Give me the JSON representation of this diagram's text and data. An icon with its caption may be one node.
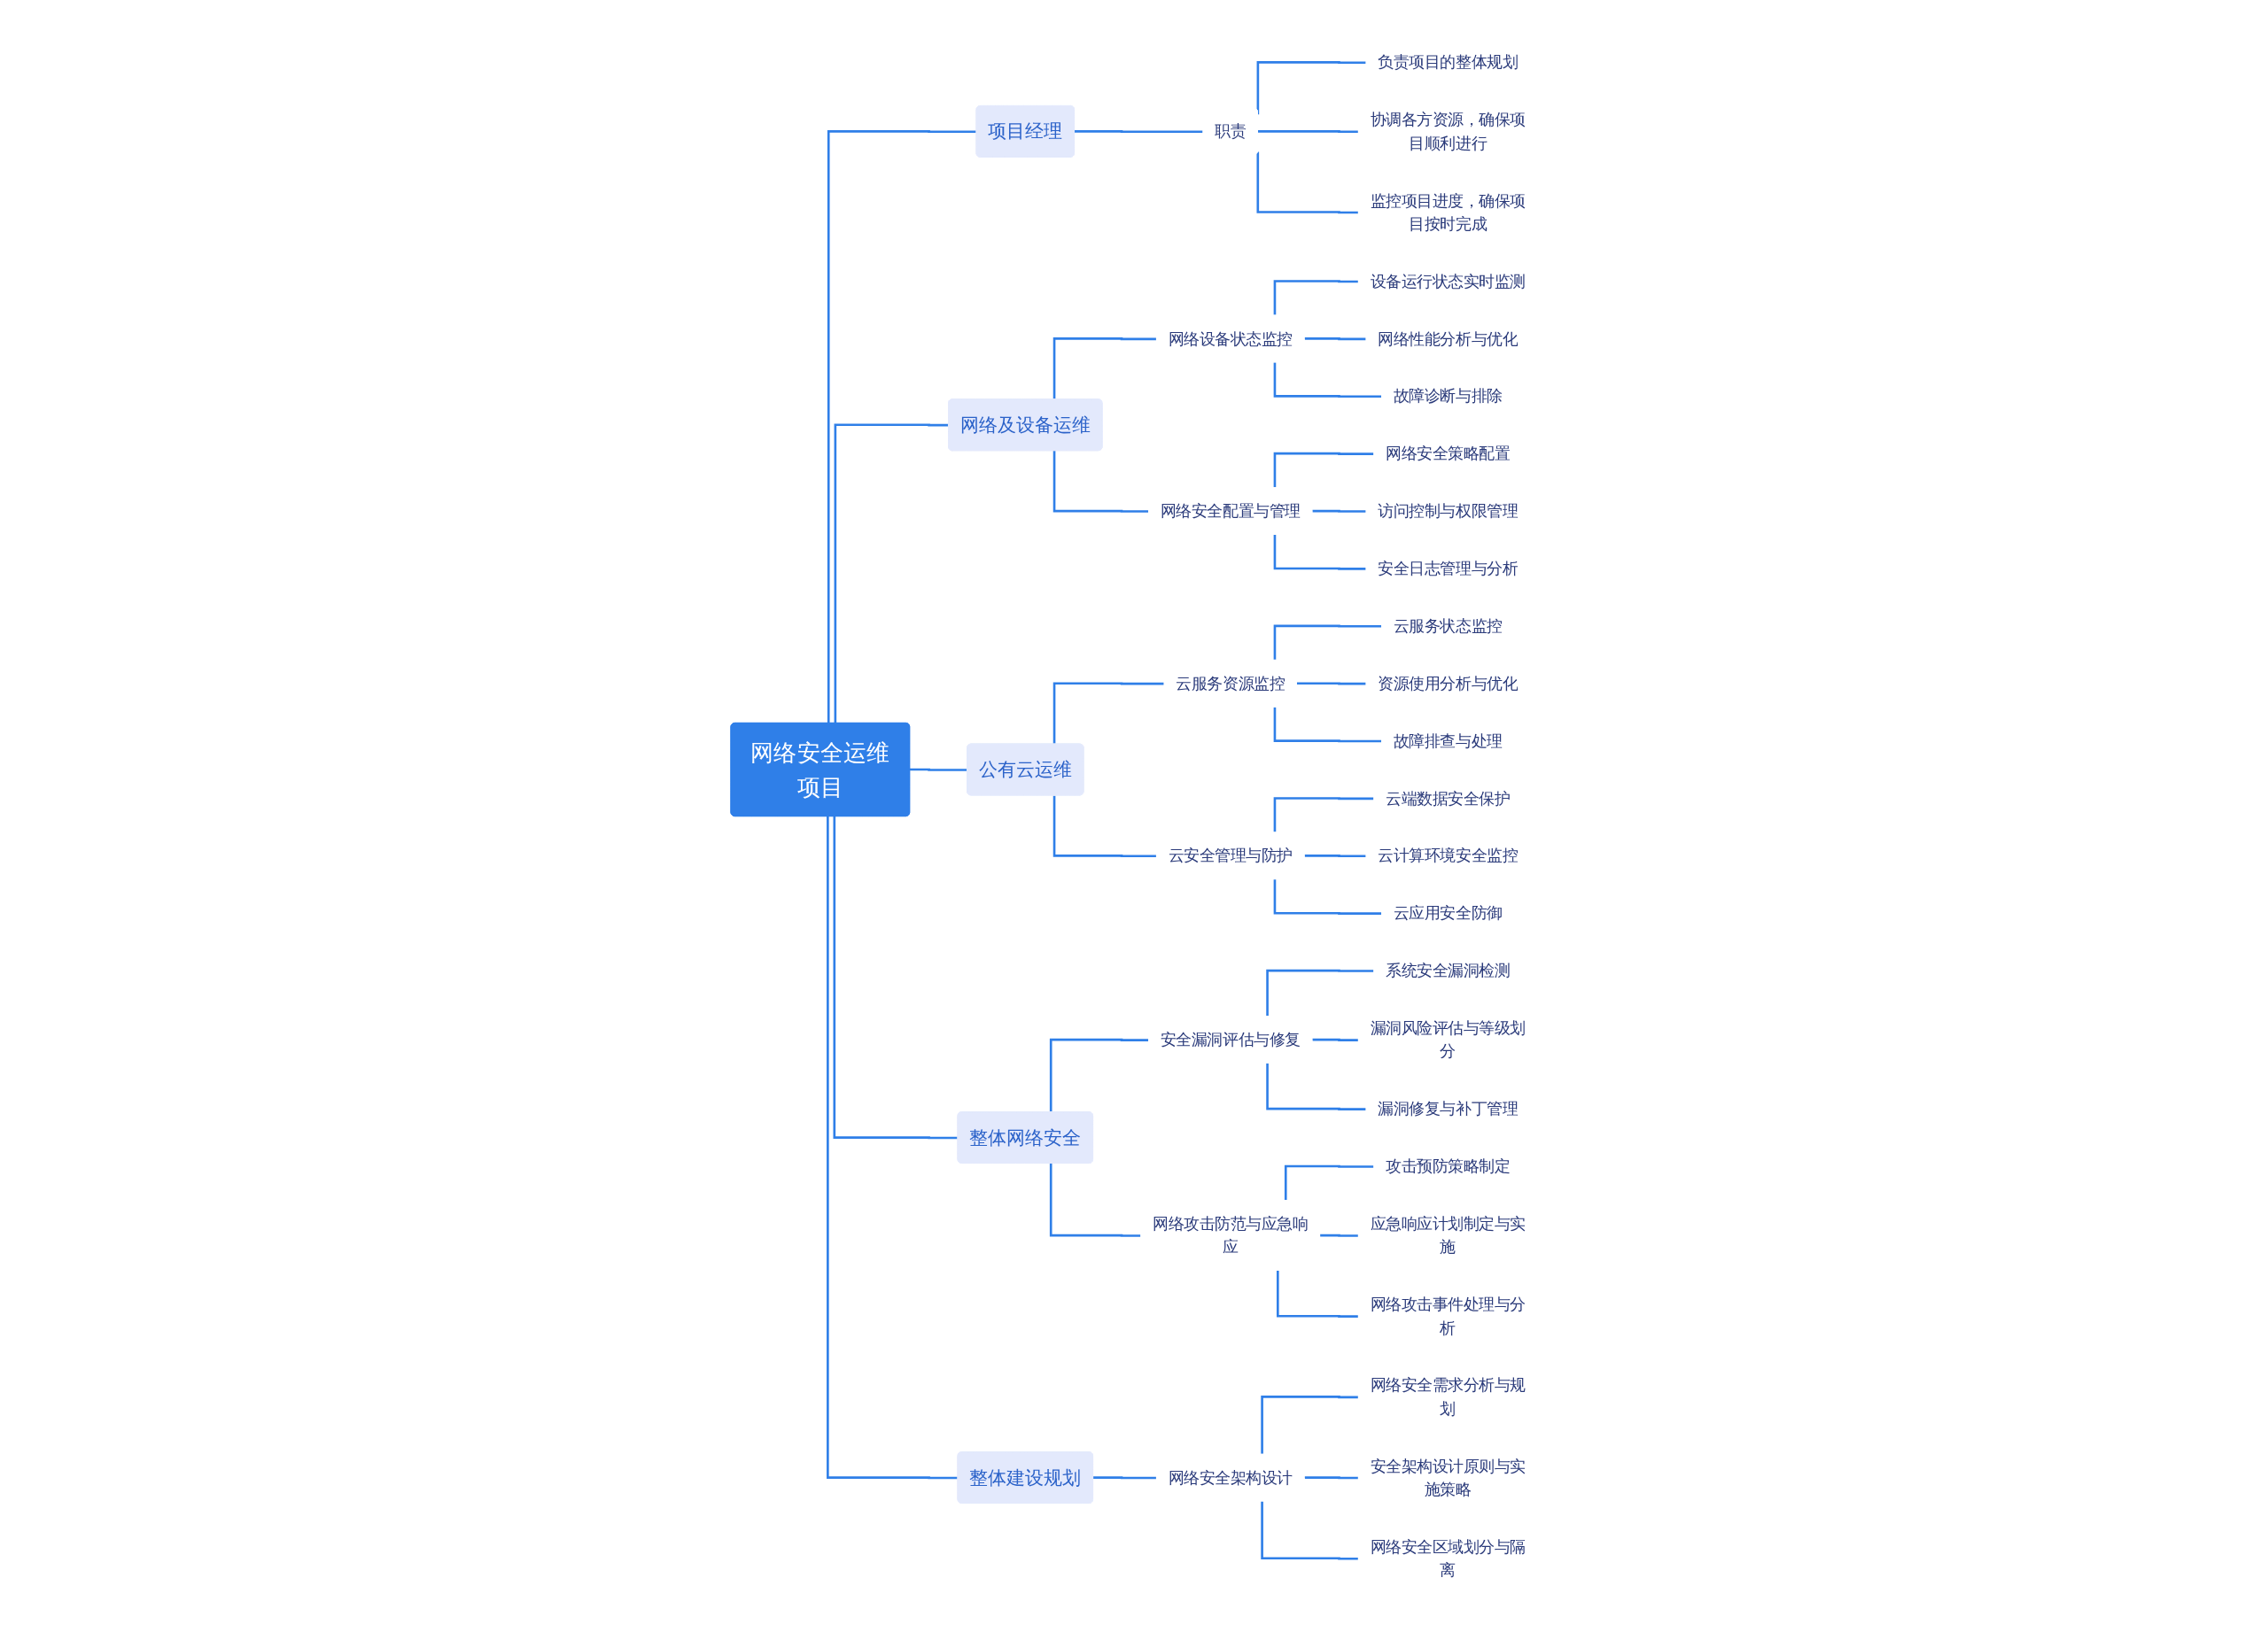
{
  "diagram": {
    "nodes": [
      {
        "text": [
          "网络安全运维项目"
        ]
      },
      {
        "text": [
          "项目经理"
        ]
      },
      {
        "text": [
          "职责"
        ]
      },
      {
        "text": [
          "负责项目的整体规划"
        ]
      },
      {
        "text": [
          "协调各方资源，确保项目顺利进行"
        ]
      },
      {
        "text": [
          "监控项目进度，确保项目按时完成"
        ]
      },
      {
        "text": [
          "网络及设备运维"
        ]
      },
      {
        "text": [
          "网络设备状态监控"
        ]
      },
      {
        "text": [
          "设备运行状态实时监测"
        ]
      },
      {
        "text": [
          "网络性能分析与优化"
        ]
      },
      {
        "text": [
          "故障诊断与排除"
        ]
      },
      {
        "text": [
          "网络安全配置与管理"
        ]
      },
      {
        "text": [
          "网络安全策略配置"
        ]
      },
      {
        "text": [
          "访问控制与权限管理"
        ]
      },
      {
        "text": [
          "安全日志管理与分析"
        ]
      },
      {
        "text": [
          "公有云运维"
        ]
      },
      {
        "text": [
          "云服务资源监控"
        ]
      },
      {
        "text": [
          "云服务状态监控"
        ]
      },
      {
        "text": [
          "资源使用分析与优化"
        ]
      },
      {
        "text": [
          "故障排查与处理"
        ]
      },
      {
        "text": [
          "云安全管理与防护"
        ]
      },
      {
        "text": [
          "云端数据安全保护"
        ]
      },
      {
        "text": [
          "云计算环境安全监控"
        ]
      },
      {
        "text": [
          "云应用安全防御"
        ]
      },
      {
        "text": [
          "整体网络安全"
        ]
      },
      {
        "text": [
          "安全漏洞评估与修复"
        ]
      },
      {
        "text": [
          "系统安全漏洞检测"
        ]
      },
      {
        "text": [
          "漏洞风险评估与等级划分"
        ]
      },
      {
        "text": [
          "漏洞修复与补丁管理"
        ]
      },
      {
        "text": [
          "网络攻击防范与应急响应"
        ]
      },
      {
        "text": [
          "攻击预防策略制定"
        ]
      },
      {
        "text": [
          "应急响应计划制定与实施"
        ]
      },
      {
        "text": [
          "网络攻击事件处理与分析"
        ]
      },
      {
        "text": [
          "整体建设规划"
        ]
      },
      {
        "text": [
          "网络安全架构设计"
        ]
      },
      {
        "text": [
          "网络安全需求分析与规划"
        ]
      },
      {
        "text": [
          "安全架构设计原则与实施策略"
        ]
      },
      {
        "text": [
          "网络安全区域划分与隔离"
        ]
      }
    ],
    "edges": [
      {
        "from": 0,
        "to": 1,
        "arrow": "none"
      },
      {
        "from": 1,
        "to": 2,
        "arrow": "none"
      },
      {
        "from": 2,
        "to": 3,
        "arrow": "none"
      },
      {
        "from": 2,
        "to": 4,
        "arrow": "none"
      },
      {
        "from": 2,
        "to": 5,
        "arrow": "none"
      },
      {
        "from": 0,
        "to": 6,
        "arrow": "none"
      },
      {
        "from": 6,
        "to": 7,
        "arrow": "none"
      },
      {
        "from": 7,
        "to": 8,
        "arrow": "none"
      },
      {
        "from": 7,
        "to": 9,
        "arrow": "none"
      },
      {
        "from": 7,
        "to": 10,
        "arrow": "none"
      },
      {
        "from": 6,
        "to": 11,
        "arrow": "none"
      },
      {
        "from": 11,
        "to": 12,
        "arrow": "none"
      },
      {
        "from": 11,
        "to": 13,
        "arrow": "none"
      },
      {
        "from": 11,
        "to": 14,
        "arrow": "none"
      },
      {
        "from": 0,
        "to": 15,
        "arrow": "none"
      },
      {
        "from": 15,
        "to": 16,
        "arrow": "none"
      },
      {
        "from": 16,
        "to": 17,
        "arrow": "none"
      },
      {
        "from": 16,
        "to": 18,
        "arrow": "none"
      },
      {
        "from": 16,
        "to": 19,
        "arrow": "none"
      },
      {
        "from": 15,
        "to": 20,
        "arrow": "none"
      },
      {
        "from": 20,
        "to": 21,
        "arrow": "none"
      },
      {
        "from": 20,
        "to": 22,
        "arrow": "none"
      },
      {
        "from": 20,
        "to": 23,
        "arrow": "none"
      },
      {
        "from": 0,
        "to": 24,
        "arrow": "none"
      },
      {
        "from": 24,
        "to": 25,
        "arrow": "none"
      },
      {
        "from": 25,
        "to": 26,
        "arrow": "none"
      },
      {
        "from": 25,
        "to": 27,
        "arrow": "none"
      },
      {
        "from": 25,
        "to": 28,
        "arrow": "none"
      },
      {
        "from": 24,
        "to": 29,
        "arrow": "none"
      },
      {
        "from": 29,
        "to": 30,
        "arrow": "none"
      },
      {
        "from": 29,
        "to": 31,
        "arrow": "none"
      },
      {
        "from": 29,
        "to": 32,
        "arrow": "none"
      },
      {
        "from": 0,
        "to": 33,
        "arrow": "none"
      },
      {
        "from": 33,
        "to": 34,
        "arrow": "none"
      },
      {
        "from": 34,
        "to": 35,
        "arrow": "none"
      },
      {
        "from": 34,
        "to": 36,
        "arrow": "none"
      },
      {
        "from": 34,
        "to": 37,
        "arrow": "none"
      }
    ]
  }
}
